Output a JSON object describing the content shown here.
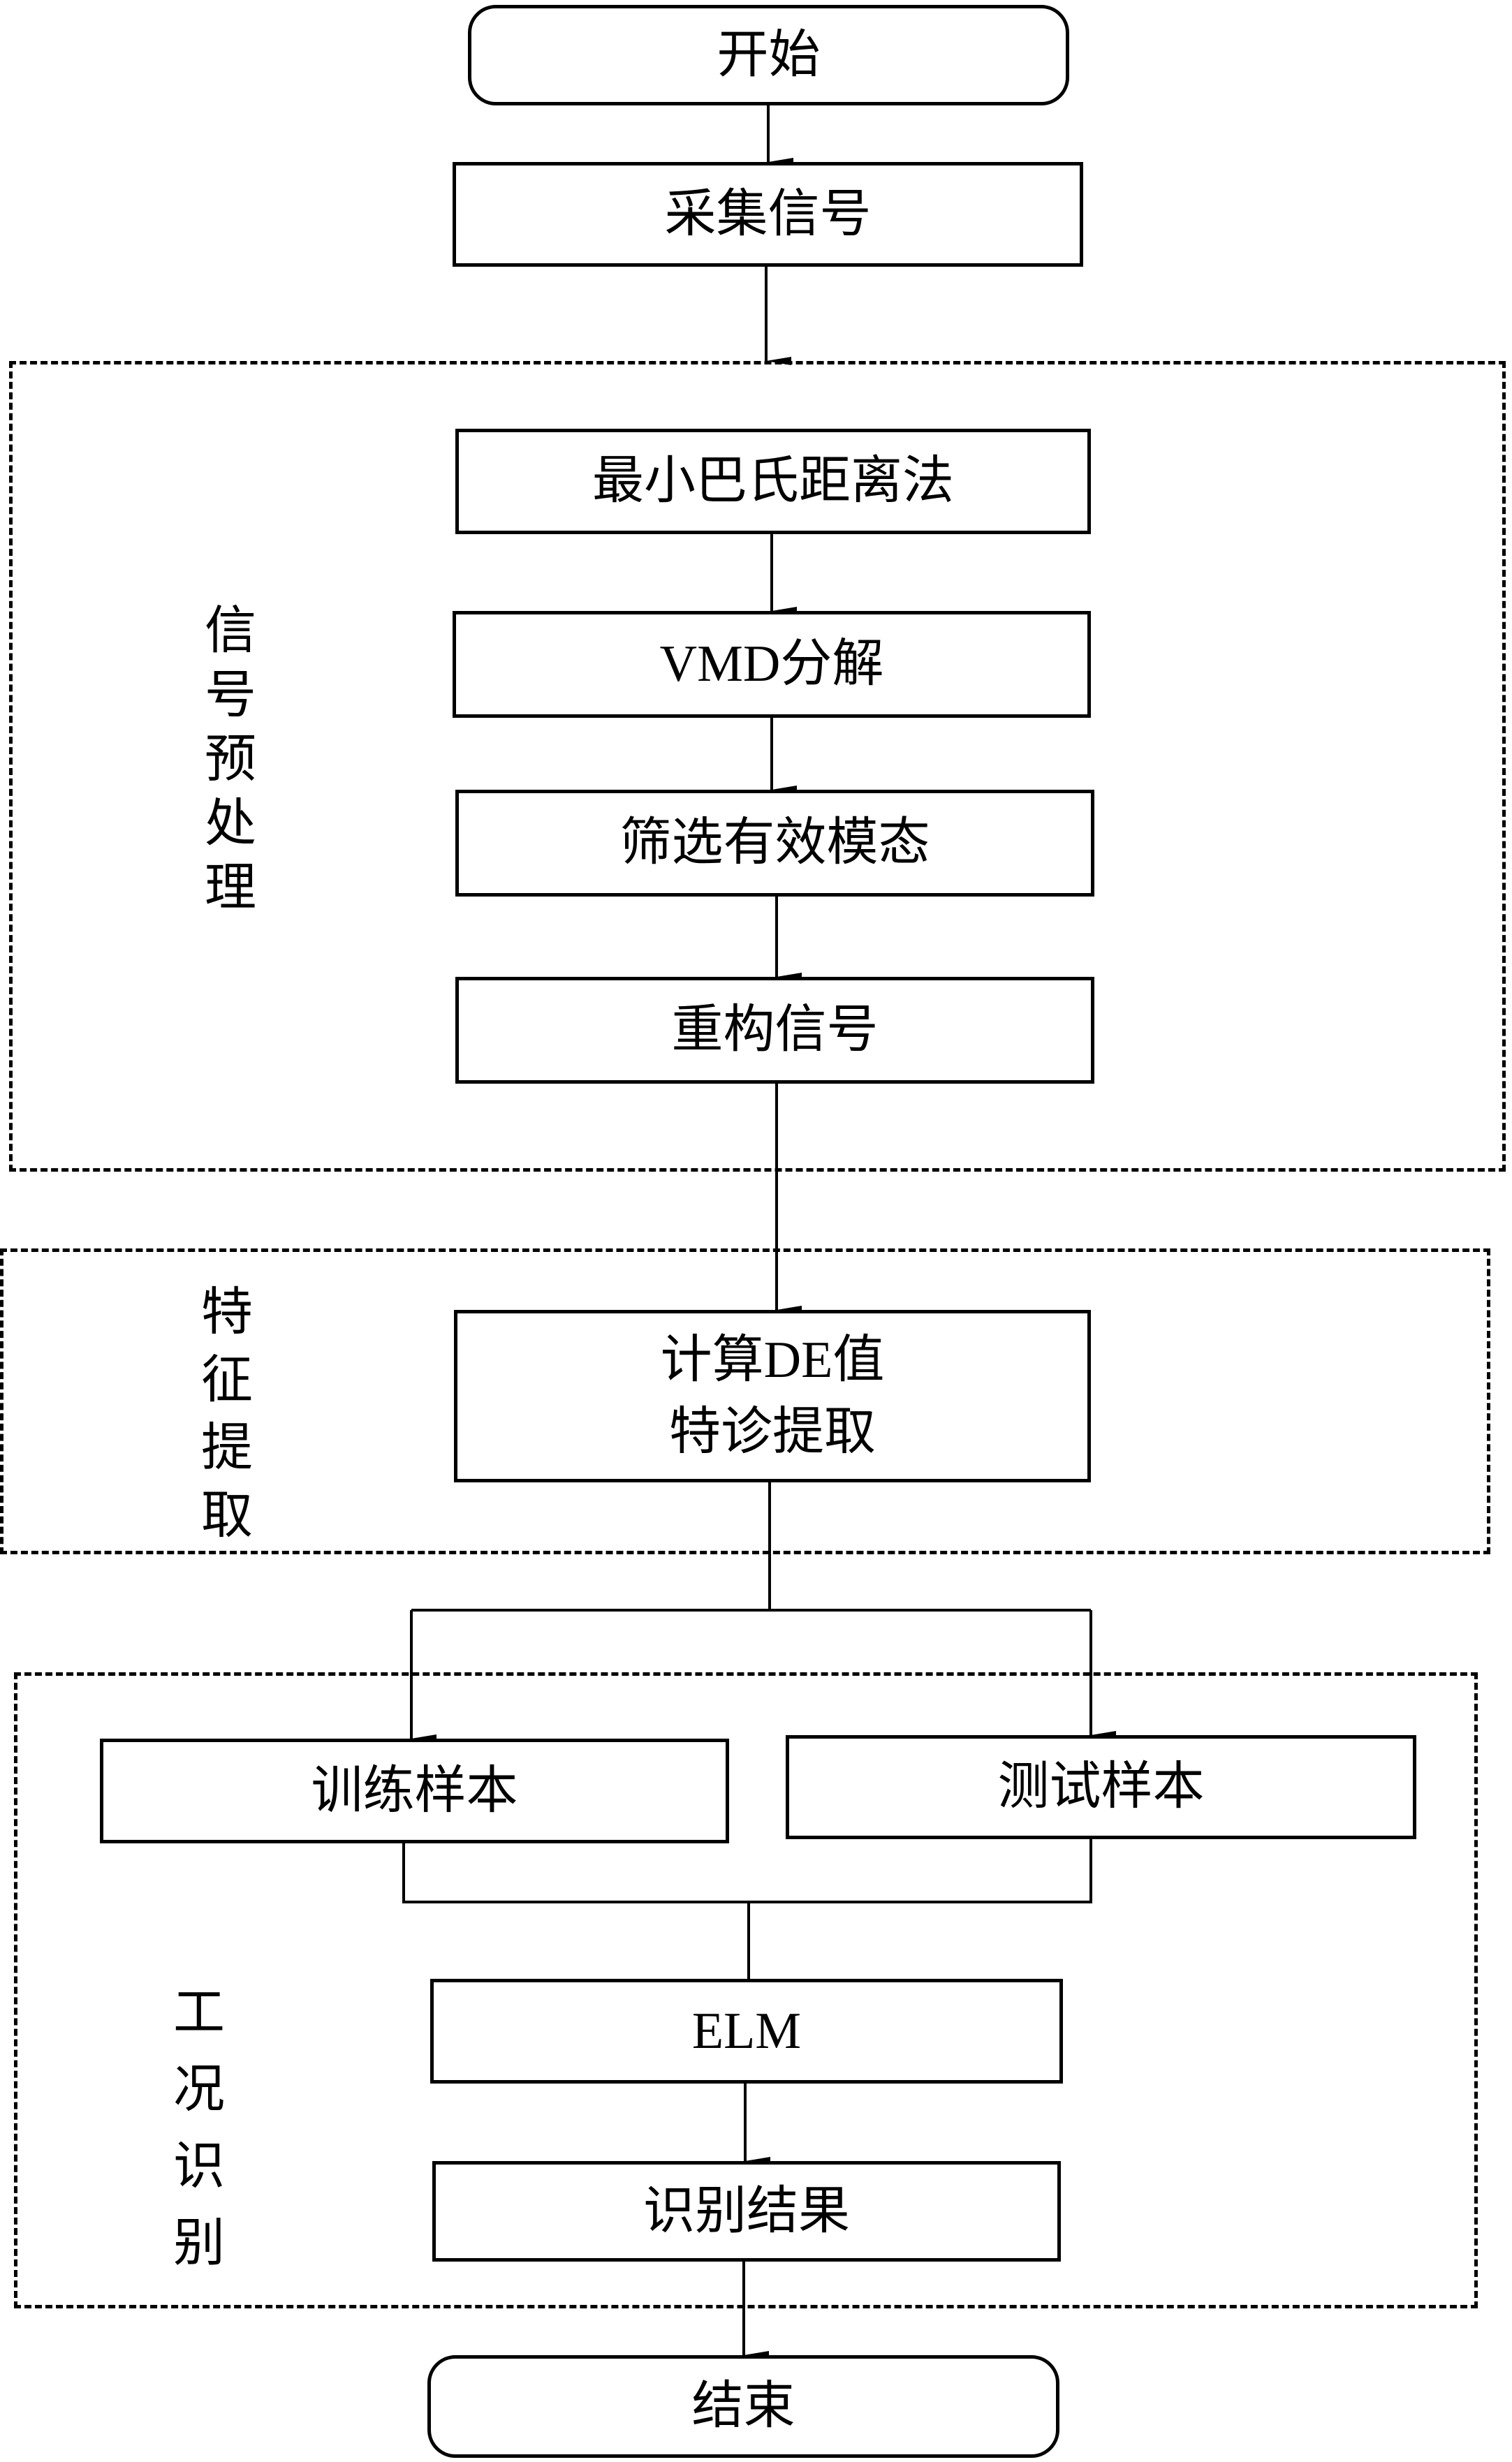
{
  "diagram": {
    "type": "flowchart",
    "nodes": {
      "start": "开始",
      "acquire": "采集信号",
      "bhattacharyya": "最小巴氏距离法",
      "vmd": "VMD分解",
      "select_modes": "筛选有效模态",
      "reconstruct": "重构信号",
      "de_line1": "计算DE值",
      "de_line2": "特诊提取",
      "train": "训练样本",
      "test": "测试样本",
      "elm": "ELM",
      "result": "识别结果",
      "end": "结束"
    },
    "groups": {
      "preprocess": [
        "信",
        "号",
        "预",
        "处",
        "理"
      ],
      "feature": [
        "特",
        "征",
        "提",
        "取"
      ],
      "recognition": [
        "工",
        "况",
        "识",
        "别"
      ]
    },
    "edges": [
      [
        "start",
        "acquire"
      ],
      [
        "acquire",
        "bhattacharyya"
      ],
      [
        "bhattacharyya",
        "vmd"
      ],
      [
        "vmd",
        "select_modes"
      ],
      [
        "select_modes",
        "reconstruct"
      ],
      [
        "reconstruct",
        "de"
      ],
      [
        "de",
        "train"
      ],
      [
        "de",
        "test"
      ],
      [
        "train",
        "elm"
      ],
      [
        "test",
        "elm"
      ],
      [
        "elm",
        "result"
      ],
      [
        "result",
        "end"
      ]
    ]
  }
}
